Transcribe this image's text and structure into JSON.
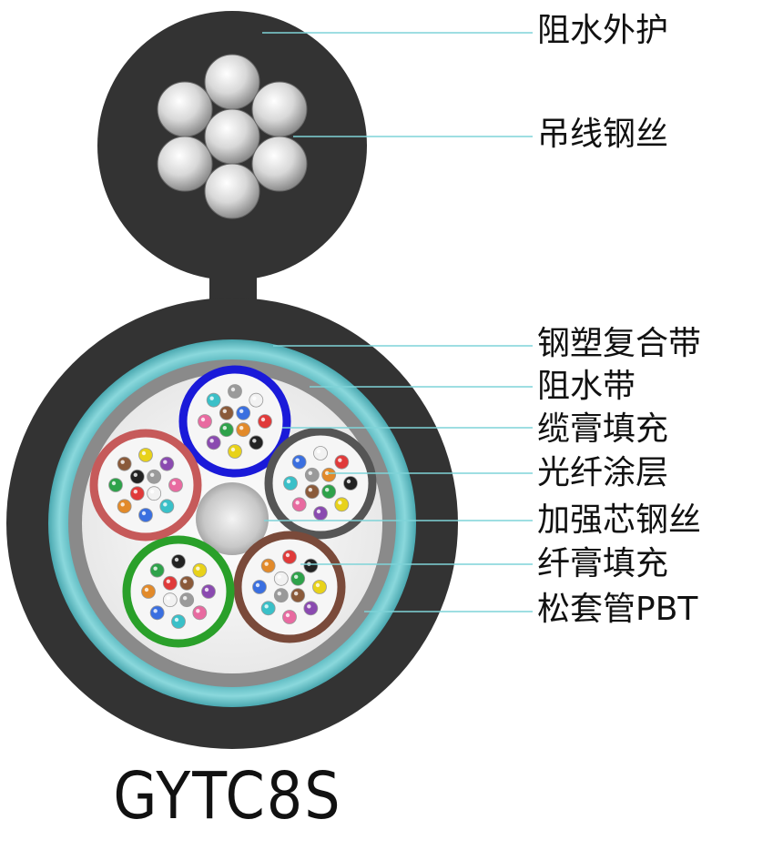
{
  "labels": {
    "outer_sheath": "阻水外护",
    "messenger_wire": "吊线钢丝",
    "steel_tape": "钢塑复合带",
    "water_block_tape": "阻水带",
    "cable_filling": "缆膏填充",
    "fiber_coating": "光纤涂层",
    "strength_member": "加强芯钢丝",
    "fiber_filling": "纤膏填充",
    "loose_tube": "松套管PBT"
  },
  "model": "GYTC8S",
  "colors": {
    "sheath": "#333333",
    "armor": "#6cc6cc",
    "water_block": "#8a8a8a",
    "filling": "#f2f2f2",
    "tube_blue": "#1a1ad9",
    "tube_gray": "#555555",
    "tube_brown": "#7a4a3a",
    "tube_green": "#2aa02a",
    "tube_red": "#c65a5a"
  },
  "fiber_colors": [
    "#3a6fe0",
    "#e28a2a",
    "#2ea24a",
    "#8a5a3a",
    "#9a9a9a",
    "#f2f2f2",
    "#e03a3a",
    "#222222",
    "#e8d21a",
    "#8a4ab0",
    "#e86aa0",
    "#3ac0c8"
  ]
}
